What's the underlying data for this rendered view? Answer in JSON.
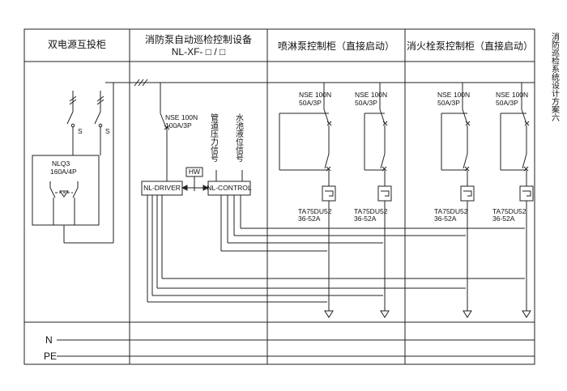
{
  "columns": {
    "col1": "双电源互投柜",
    "col2_line1": "消防泵自动巡检控制设备",
    "col2_line2": "NL-XF- □ / □",
    "col3": "喷淋泵控制柜（直接启动）",
    "col4": "消火栓泵控制柜（直接启动）"
  },
  "side_title": "消防巡检系统设计方案六",
  "bus_labels": {
    "n": "N",
    "pe": "PE"
  },
  "ats": {
    "s_left": "S",
    "s_right": "S",
    "model": "NLQ3",
    "rating": "160A/4P"
  },
  "inspection": {
    "breaker_model": "NSE 100N",
    "breaker_rating": "100A/3P",
    "hw": "HW",
    "driver": "NL-DRIVER",
    "control": "NL-CONTROL",
    "signal_pressure": "管道压力信号",
    "signal_level": "水池液位信号"
  },
  "pumps": [
    {
      "breaker_model": "NSE 100N",
      "breaker_rating": "50A/3P",
      "relay_model": "TA75DU52",
      "relay_range": "36-52A"
    },
    {
      "breaker_model": "NSE 100N",
      "breaker_rating": "50A/3P",
      "relay_model": "TA75DU52",
      "relay_range": "36-52A"
    },
    {
      "breaker_model": "NSE 100N",
      "breaker_rating": "50A/3P",
      "relay_model": "TA75DU52",
      "relay_range": "36-52A"
    },
    {
      "breaker_model": "NSE 100N",
      "breaker_rating": "50A/3P",
      "relay_model": "TA75DU52",
      "relay_range": "36-52A"
    }
  ]
}
